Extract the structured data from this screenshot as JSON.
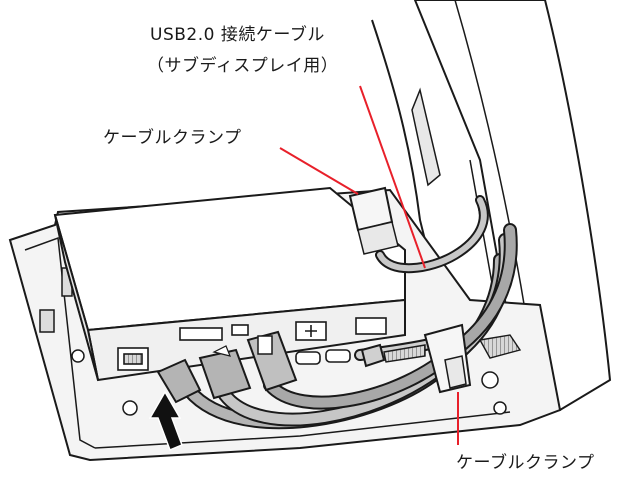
{
  "labels": {
    "usb_cable_line1": "USB2.0 接続ケーブル",
    "usb_cable_line2": "（サブディスプレイ用）",
    "cable_clamp_top": "ケーブルクランプ",
    "cable_clamp_bottom": "ケーブルクランプ"
  },
  "colors": {
    "leader_line": "#e8202a",
    "outline": "#1a1a1a",
    "gray_fill": "#b4b4b4",
    "light_fill": "#f4f4f4",
    "arrow": "#111111"
  },
  "icons": {
    "insert_arrow": "up-right-arrow"
  }
}
